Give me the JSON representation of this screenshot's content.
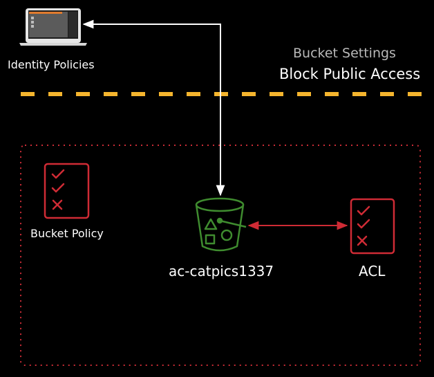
{
  "identity": {
    "label": "Identity Policies",
    "icon": "laptop-icon"
  },
  "bucket_settings": {
    "title": "Bucket Settings",
    "subtitle": "Block Public Access"
  },
  "bucket_policy": {
    "label": "Bucket Policy",
    "icon": "checklist-icon"
  },
  "bucket": {
    "name": "ac-catpics1337",
    "icon": "s3-bucket-icon"
  },
  "acl": {
    "label": "ACL",
    "icon": "checklist-icon"
  },
  "colors": {
    "background": "#000000",
    "boundary_dashed": "#f5b52e",
    "boundary_dotted": "#c92c36",
    "checklist": "#cf2b35",
    "bucket": "#3f8c2f",
    "arrow_white": "#ffffff",
    "arrow_red": "#cf2b35"
  }
}
